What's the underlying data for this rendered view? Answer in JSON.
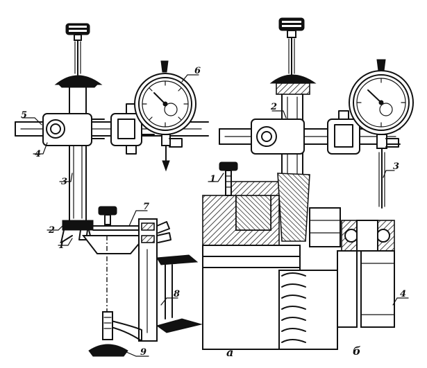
{
  "figure_a": {
    "label": "а",
    "callouts": [
      "5",
      "4",
      "3",
      "2",
      "1",
      "7",
      "6",
      "8",
      "9"
    ]
  },
  "figure_b": {
    "label": "б",
    "callouts": [
      "2",
      "3",
      "1",
      "4"
    ]
  }
}
